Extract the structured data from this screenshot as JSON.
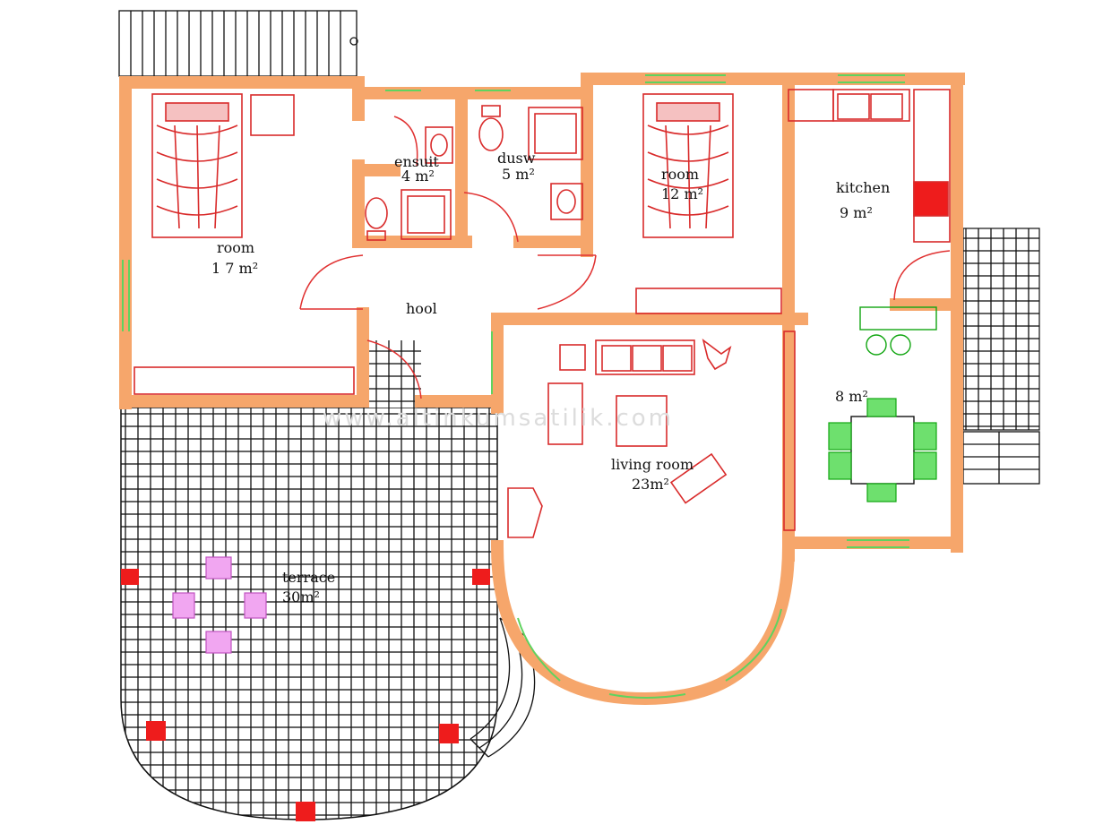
{
  "rooms": {
    "room1": {
      "name": "room",
      "area": "1 7 m²"
    },
    "ensuit": {
      "name": "ensuit",
      "area": "4 m²"
    },
    "dusw": {
      "name": "dusw",
      "area": "5 m²"
    },
    "room2": {
      "name": "room",
      "area": "12 m²"
    },
    "kitchen": {
      "name": "kitchen",
      "area": "9 m²"
    },
    "hool": {
      "name": "hool"
    },
    "living": {
      "name": "living room",
      "area": "23m²"
    },
    "dining": {
      "area": "8 m²"
    },
    "terrace": {
      "name": "terrace",
      "area": "30m²"
    }
  },
  "colors": {
    "wall": "#f6a66b",
    "furniture": "#d92b2b",
    "window": "#5fd35f",
    "dining_chairs": "#6ee06e",
    "terrace_chairs": "#f1a6f1",
    "posts": "#ee1c1c"
  }
}
